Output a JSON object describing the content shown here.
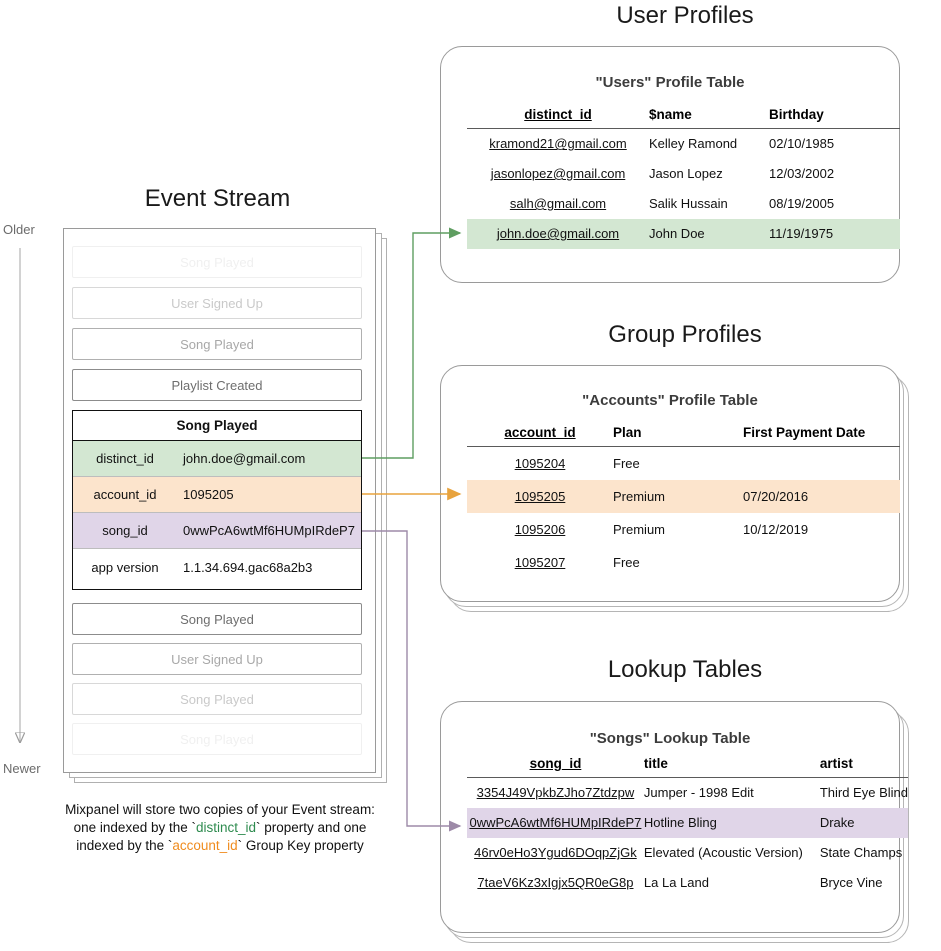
{
  "sections": {
    "event_stream": {
      "title": "Event Stream",
      "axis_older": "Older",
      "axis_newer": "Newer",
      "events_above": [
        {
          "label": "Song Played",
          "fade": "f1"
        },
        {
          "label": "User Signed Up",
          "fade": "f2"
        },
        {
          "label": "Song Played",
          "fade": "f3"
        },
        {
          "label": "Playlist Created",
          "fade": "f4"
        }
      ],
      "events_below": [
        {
          "label": "Song Played",
          "fade": "f4"
        },
        {
          "label": "User Signed Up",
          "fade": "f3"
        },
        {
          "label": "Song Played",
          "fade": "f2"
        },
        {
          "label": "Song Played",
          "fade": "f1"
        }
      ],
      "selected_event": {
        "title": "Song Played",
        "properties": [
          {
            "key": "distinct_id",
            "value": "john.doe@gmail.com",
            "highlight": "green"
          },
          {
            "key": "account_id",
            "value": "1095205",
            "highlight": "orange"
          },
          {
            "key": "song_id",
            "value": "0wwPcA6wtMf6HUMpIRdeP7",
            "highlight": "purple"
          },
          {
            "key": "app version",
            "value": "1.1.34.694.gac68a2b3",
            "highlight": "none"
          }
        ]
      },
      "caption": {
        "line1": "Mixpanel will store two copies of your Event stream:",
        "line2_a": "one indexed by the `",
        "line2_key": "distinct_id",
        "line2_b": "` property and one",
        "line3_a": "indexed by the `",
        "line3_key": "account_id",
        "line3_b": "` Group Key property"
      }
    },
    "user_profiles": {
      "title": "User Profiles",
      "table_title": "\"Users\" Profile Table",
      "columns": [
        "distinct_id",
        "$name",
        "Birthday"
      ],
      "rows": [
        {
          "cells": [
            "kramond21@gmail.com",
            "Kelley Ramond",
            "02/10/1985"
          ],
          "highlight": "none"
        },
        {
          "cells": [
            "jasonlopez@gmail.com",
            "Jason Lopez",
            "12/03/2002"
          ],
          "highlight": "none"
        },
        {
          "cells": [
            "salh@gmail.com",
            "Salik Hussain",
            "08/19/2005"
          ],
          "highlight": "none"
        },
        {
          "cells": [
            "john.doe@gmail.com",
            "John Doe",
            "11/19/1975"
          ],
          "highlight": "green"
        }
      ]
    },
    "group_profiles": {
      "title": "Group Profiles",
      "table_title": "\"Accounts\" Profile Table",
      "columns": [
        "account_id",
        "Plan",
        "First Payment Date"
      ],
      "rows": [
        {
          "cells": [
            "1095204",
            "Free",
            ""
          ],
          "highlight": "none"
        },
        {
          "cells": [
            "1095205",
            "Premium",
            "07/20/2016"
          ],
          "highlight": "orange"
        },
        {
          "cells": [
            "1095206",
            "Premium",
            "10/12/2019"
          ],
          "highlight": "none"
        },
        {
          "cells": [
            "1095207",
            "Free",
            ""
          ],
          "highlight": "none"
        }
      ]
    },
    "lookup_tables": {
      "title": "Lookup Tables",
      "table_title": "\"Songs\" Lookup Table",
      "columns": [
        "song_id",
        "title",
        "artist"
      ],
      "rows": [
        {
          "cells": [
            "3354J49VpkbZJho7Ztdzpw",
            "Jumper - 1998 Edit",
            "Third Eye Blind"
          ],
          "highlight": "none"
        },
        {
          "cells": [
            "0wwPcA6wtMf6HUMpIRdeP7",
            "Hotline Bling",
            "Drake"
          ],
          "highlight": "purple"
        },
        {
          "cells": [
            "46rv0eHo3Ygud6DOqpZjGk",
            "Elevated (Acoustic Version)",
            "State Champs"
          ],
          "highlight": "none"
        },
        {
          "cells": [
            "7taeV6Kz3xIgjx5QR0eG8p",
            "La La Land",
            "Bryce Vine"
          ],
          "highlight": "none"
        }
      ]
    }
  },
  "colors": {
    "green": "#d3e7d2",
    "orange": "#fce4cc",
    "purple": "#e0d5e8",
    "green_line": "#5f9e61",
    "orange_line": "#e8a33d",
    "purple_line": "#9d8aa8",
    "border": "#9a9a9a",
    "axis": "#9a9a9a"
  }
}
